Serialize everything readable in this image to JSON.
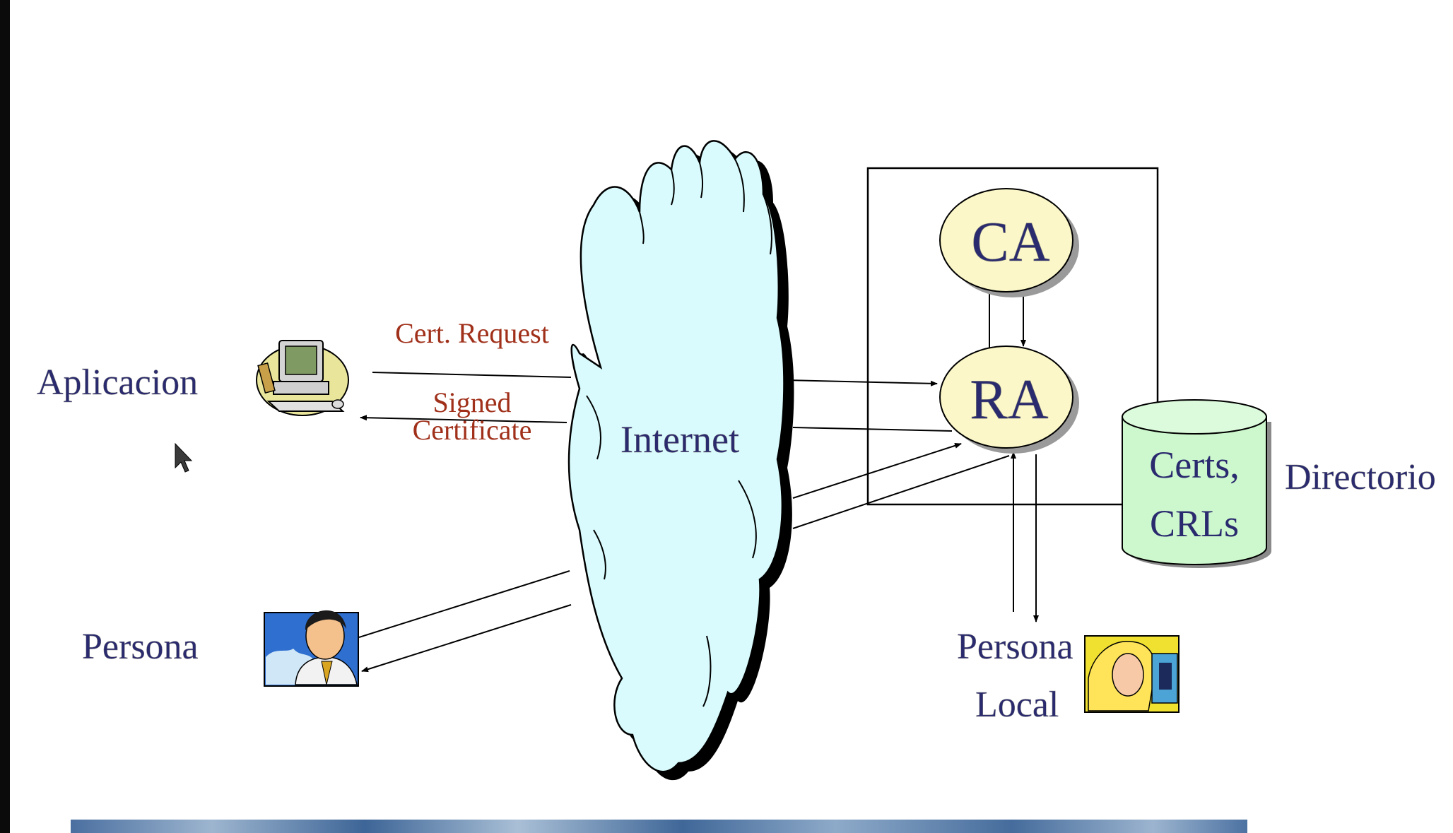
{
  "labels": {
    "aplicacion": "Aplicacion",
    "persona": "Persona",
    "internet": "Internet",
    "ca": "CA",
    "ra": "RA",
    "certs_line1": "Certs,",
    "certs_line2": "CRLs",
    "directorio": "Directorio",
    "persona_local_line1": "Persona",
    "persona_local_line2": "Local",
    "cert_request": "Cert. Request",
    "signed_line1": "Signed",
    "signed_line2": "Certificate"
  },
  "colors": {
    "label_navy": "#2a2a6e",
    "arrow_label_red": "#a0301a",
    "cloud_fill": "#d9fbfd",
    "node_fill": "#fbf7c8",
    "db_fill": "#cdf7cd",
    "frame": "#000000"
  },
  "icons": [
    "computer-icon",
    "businessman-icon",
    "woman-at-computer-icon",
    "mouse-pointer-icon"
  ]
}
